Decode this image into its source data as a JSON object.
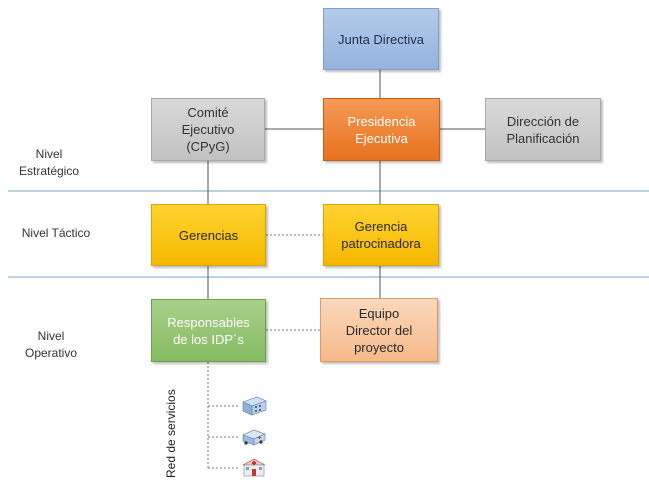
{
  "levels": {
    "strategic": "Nivel\nEstratégico",
    "tactical": "Nivel Táctico",
    "operative": "Nivel\nOperativo"
  },
  "boxes": {
    "junta": "Junta Directiva",
    "comite": "Comité\nEjecutivo\n(CPyG)",
    "presidencia": "Presidencia\nEjecutiva",
    "planificacion": "Dirección de\nPlanificación",
    "gerencias": "Gerencias",
    "patrocinadora": "Gerencia\npatrocinadora",
    "responsables": "Responsables\nde los IDP´s",
    "equipo": "Equipo\nDirector del\nproyecto"
  },
  "service_network_label": "Red de servicios",
  "service_icons": [
    "hospital-building-icon",
    "ambulance-icon",
    "clinic-building-icon"
  ],
  "colors": {
    "junta": "#a6c0e6",
    "comite": "#cfcfcf",
    "presidencia": "#ee7f2d",
    "planificacion": "#cfcfcf",
    "gerencias": "#fcc410",
    "patrocinadora": "#fcc410",
    "responsables": "#96c673",
    "equipo": "#f9c9a1",
    "level_divider": "#bcd3e6"
  }
}
